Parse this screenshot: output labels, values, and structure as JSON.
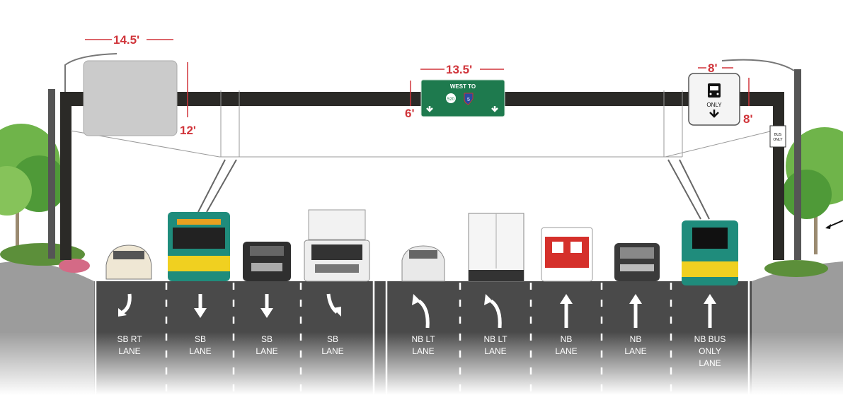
{
  "dimensions": {
    "left_sign_width": "14.5'",
    "left_sign_height": "12'",
    "center_sign_width": "13.5'",
    "center_sign_height": "6'",
    "right_sign_width": "8'",
    "right_sign_height": "8'"
  },
  "signs": {
    "guide_sign": {
      "text": "WEST TO",
      "route_1": "520",
      "route_2": "5",
      "color": "#1e7a4e"
    },
    "bus_only_sign": {
      "text": "ONLY",
      "icon": "bus-icon"
    },
    "small_sign": {
      "line1": "BUS",
      "line2": "ONLY"
    }
  },
  "lanes": [
    {
      "arrow": "right-turn",
      "line1": "SB RT",
      "line2": "LANE"
    },
    {
      "arrow": "straight-down",
      "line1": "SB",
      "line2": "LANE"
    },
    {
      "arrow": "straight-down",
      "line1": "SB",
      "line2": "LANE"
    },
    {
      "arrow": "bear-left-down",
      "line1": "SB",
      "line2": "LANE"
    },
    {
      "arrow": "left-turn",
      "line1": "NB LT",
      "line2": "LANE"
    },
    {
      "arrow": "left-turn",
      "line1": "NB LT",
      "line2": "LANE"
    },
    {
      "arrow": "straight-up",
      "line1": "NB",
      "line2": "LANE"
    },
    {
      "arrow": "straight-up",
      "line1": "NB",
      "line2": "LANE"
    },
    {
      "arrow": "straight-up",
      "line1": "NB BUS",
      "line2": "ONLY",
      "line3": "LANE"
    }
  ],
  "colors": {
    "road": "#4a4a4a",
    "gantry": "#2b2a27",
    "dimension": "#d0343a",
    "bus_body": "#1f8c7c",
    "bus_stripe": "#f0d020"
  }
}
